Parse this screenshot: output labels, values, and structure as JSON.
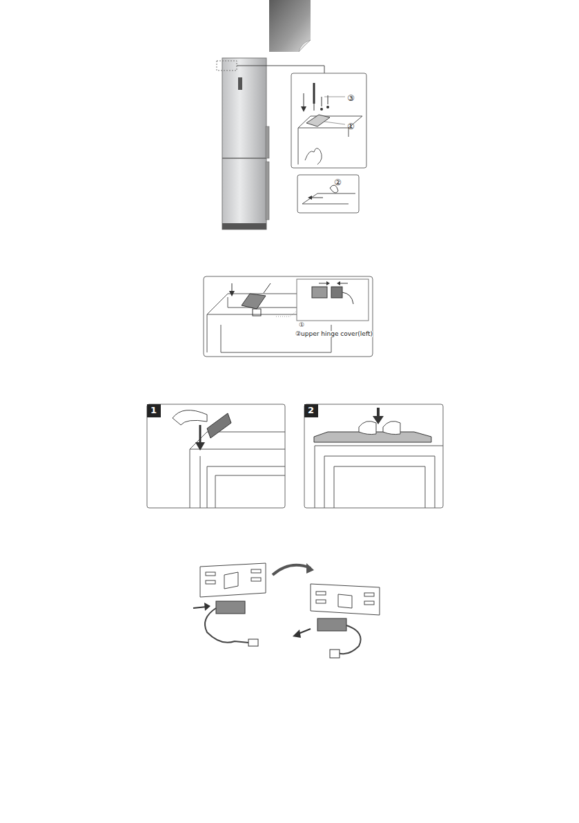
{
  "diagram": {
    "labels": [
      "③",
      "①",
      "②",
      "①",
      "②upper hinge cover(left)",
      "1",
      "2"
    ]
  }
}
